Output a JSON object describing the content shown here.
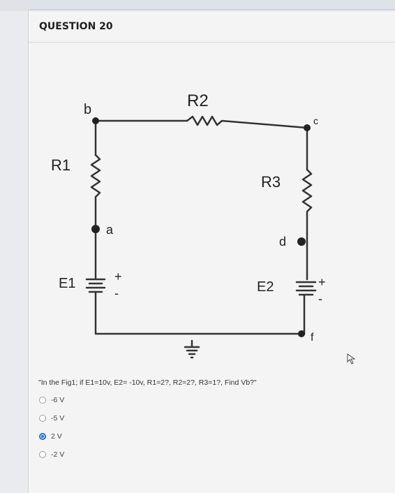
{
  "question": {
    "header": "QUESTION 20",
    "text": "\"In the Fig1; if E1=10v, E2= -10v, R1=2?, R2=2?, R3=1?, Find Vb?\""
  },
  "circuit_labels": {
    "b": "b",
    "c": "c",
    "a": "a",
    "d": "d",
    "f": "f",
    "r1": "R1",
    "r2": "R2",
    "r3": "R3",
    "e1": "E1",
    "e2": "E2",
    "plus": "+",
    "minus": "-"
  },
  "options": [
    {
      "label": "-6 V",
      "selected": false
    },
    {
      "label": "-5 V",
      "selected": false
    },
    {
      "label": "2 V",
      "selected": true
    },
    {
      "label": "-2 V",
      "selected": false
    }
  ],
  "colors": {
    "radio_selected": "#1d6fd6"
  }
}
